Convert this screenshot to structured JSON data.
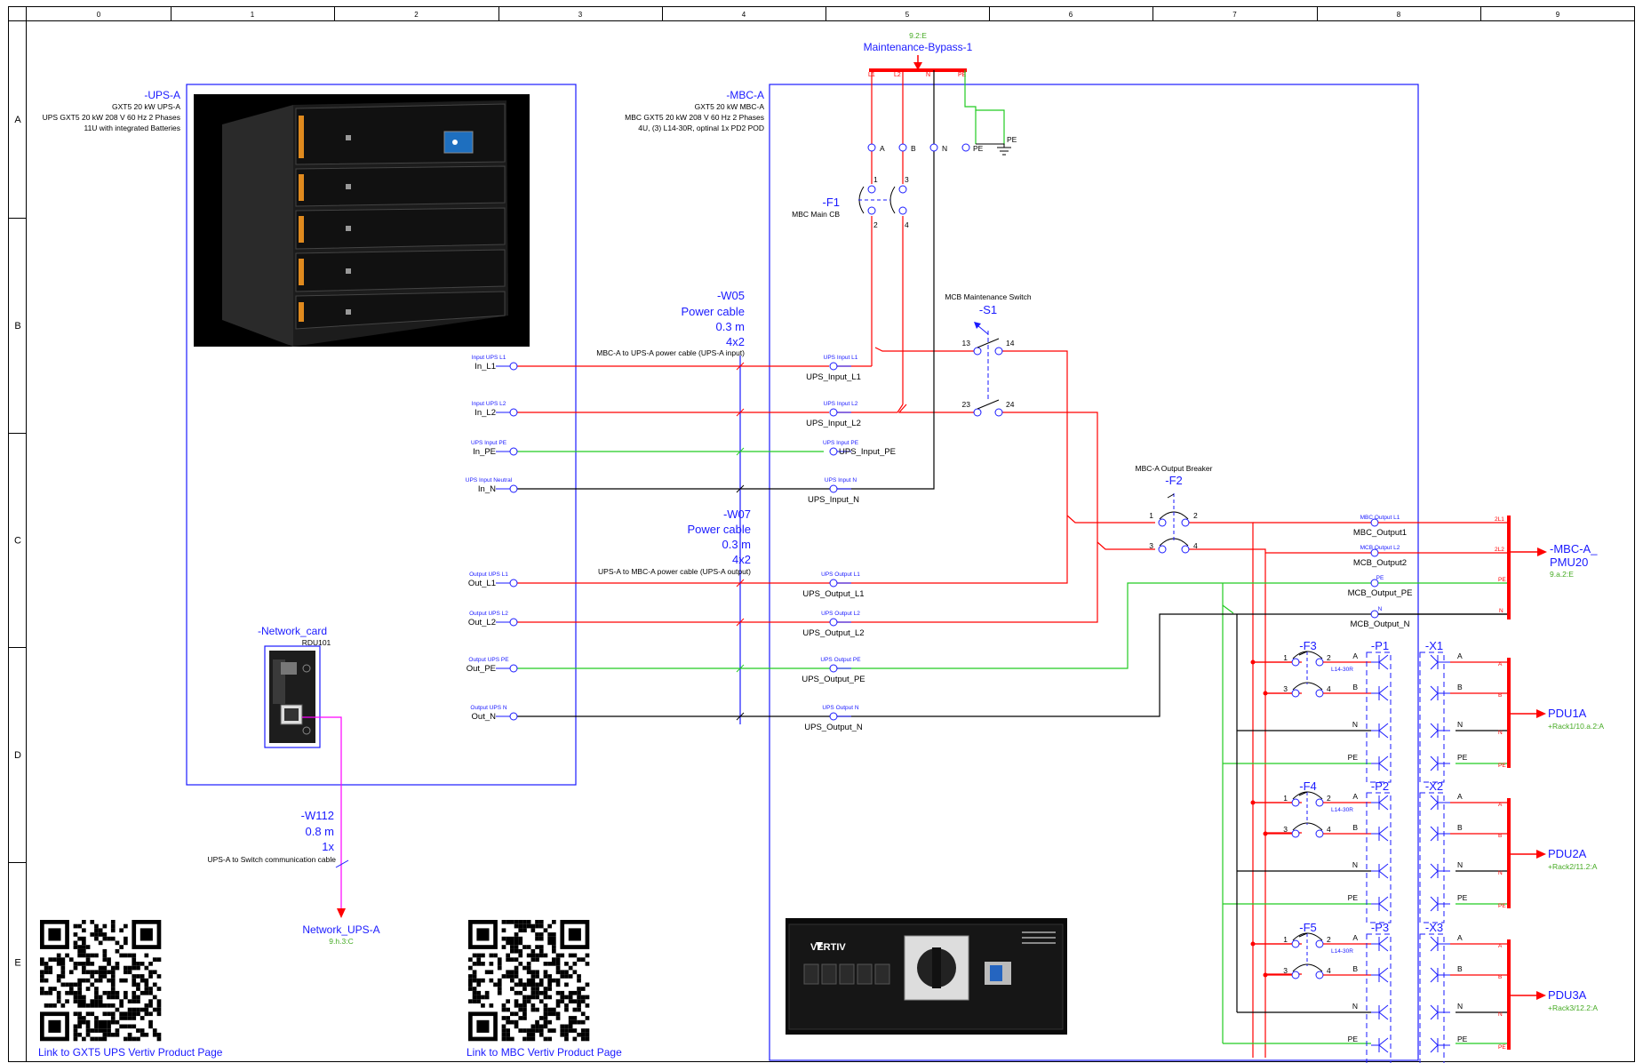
{
  "grid": {
    "columns": [
      "0",
      "1",
      "2",
      "3",
      "4",
      "5",
      "6",
      "7",
      "8",
      "9"
    ],
    "rows": [
      "A",
      "B",
      "C",
      "D",
      "E"
    ]
  },
  "bypass": {
    "ref": "9.2:E",
    "name": "Maintenance-Bypass-1",
    "rails": [
      "L1",
      "L2",
      "N",
      "PE"
    ]
  },
  "ups": {
    "tag": "-UPS-A",
    "lines": [
      "GXT5 20 kW UPS-A",
      "UPS GXT5 20 kW 208 V 60 Hz 2 Phases",
      "11U with integrated Batteries"
    ]
  },
  "mbc": {
    "tag": "-MBC-A",
    "lines": [
      "GXT5 20 kW MBC-A",
      "MBC GXT5 20 kW 208 V 60 Hz 2 Phases",
      "4U, (3) L14-30R, optinal 1x PD2 POD"
    ],
    "terminals": [
      "A",
      "B",
      "N",
      "PE"
    ],
    "pe_label": "PE"
  },
  "f1": {
    "tag": "-F1",
    "desc": "MBC Main CB",
    "pins": [
      "1",
      "3",
      "2",
      "4"
    ]
  },
  "s1": {
    "title": "MCB Maintenance Switch",
    "tag": "-S1",
    "pins": [
      "13",
      "14",
      "23",
      "24"
    ]
  },
  "f2": {
    "title": "MBC-A Output Breaker",
    "tag": "-F2",
    "pins": [
      "1",
      "2",
      "3",
      "4"
    ]
  },
  "w05": {
    "tag": "-W05",
    "type": "Power cable",
    "length": "0.3 m",
    "cores": "4x2",
    "desc": "MBC-A to UPS-A power cable (UPS-A input)"
  },
  "w07": {
    "tag": "-W07",
    "type": "Power cable",
    "length": "0.3 m",
    "cores": "4x2",
    "desc": "UPS-A to MBC-A power cable (UPS-A output)"
  },
  "w112": {
    "tag": "-W112",
    "length": "0.8 m",
    "cores": "1x",
    "desc": "UPS-A to Switch communication cable"
  },
  "ups_ports": [
    {
      "small": "Input UPS L1",
      "name": "In_L1"
    },
    {
      "small": "Input UPS L2",
      "name": "In_L2"
    },
    {
      "small": "UPS Input PE",
      "name": "In_PE"
    },
    {
      "small": "UPS Input Neutral",
      "name": "In_N"
    },
    {
      "small": "Output UPS L1",
      "name": "Out_L1"
    },
    {
      "small": "Output UPS L2",
      "name": "Out_L2"
    },
    {
      "small": "Output UPS PE",
      "name": "Out_PE"
    },
    {
      "small": "Output UPS N",
      "name": "Out_N"
    }
  ],
  "mbc_ports": [
    {
      "small": "UPS Input L1",
      "name": "UPS_Input_L1"
    },
    {
      "small": "UPS Input L2",
      "name": "UPS_Input_L2"
    },
    {
      "small": "UPS Input PE",
      "name": "UPS_Input_PE"
    },
    {
      "small": "UPS Input N",
      "name": "UPS_Input_N"
    },
    {
      "small": "UPS Output L1",
      "name": "UPS_Output_L1"
    },
    {
      "small": "UPS Output L2",
      "name": "UPS_Output_L2"
    },
    {
      "small": "UPS Output PE",
      "name": "UPS_Output_PE"
    },
    {
      "small": "UPS Output N",
      "name": "UPS_Output_N"
    }
  ],
  "mbc_outputs": [
    {
      "small": "MBC Output L1",
      "name": "MBC_Output1"
    },
    {
      "small": "MCB Output L2",
      "name": "MCB_Output2"
    },
    {
      "small": "PE",
      "name": "MCB_Output_PE"
    },
    {
      "small": "N",
      "name": "MCB_Output_N"
    }
  ],
  "pmu": {
    "tag": "-MBC-A_",
    "tag2": "PMU20",
    "ref": "9.a.2:E",
    "wires": [
      "2L1",
      "2L2",
      "PE",
      "N"
    ]
  },
  "pdus": [
    {
      "breaker": "-F3",
      "socket": "-P1",
      "term": "-X1",
      "model": "L14-30R",
      "name": "PDU1A",
      "ref": "+Rack1/10.a.2:A"
    },
    {
      "breaker": "-F4",
      "socket": "-P2",
      "term": "-X2",
      "model": "L14-30R",
      "name": "PDU2A",
      "ref": "+Rack2/11.2:A"
    },
    {
      "breaker": "-F5",
      "socket": "-P3",
      "term": "-X3",
      "model": "L14-30R",
      "name": "PDU3A",
      "ref": "+Rack3/12.2:A"
    }
  ],
  "pdu_pins": [
    "1",
    "2",
    "3",
    "4"
  ],
  "pdu_wires": [
    "A",
    "B",
    "N",
    "PE"
  ],
  "network_card": {
    "tag": "-Network_card",
    "model": "RDU101"
  },
  "network_ups": {
    "name": "Network_UPS-A",
    "ref": "9.h.3:C"
  },
  "links": {
    "ups": "Link to GXT5 UPS Vertiv Product Page",
    "mbc": "Link to MBC Vertiv Product Page"
  },
  "vertiv_logo": "VERTIV",
  "colors": {
    "frame": "#1a1aff",
    "phase": "#ff0000",
    "earth": "#22cc22",
    "neutral": "#000000",
    "comm": "#ff00ff",
    "ref": "#44aa22"
  }
}
